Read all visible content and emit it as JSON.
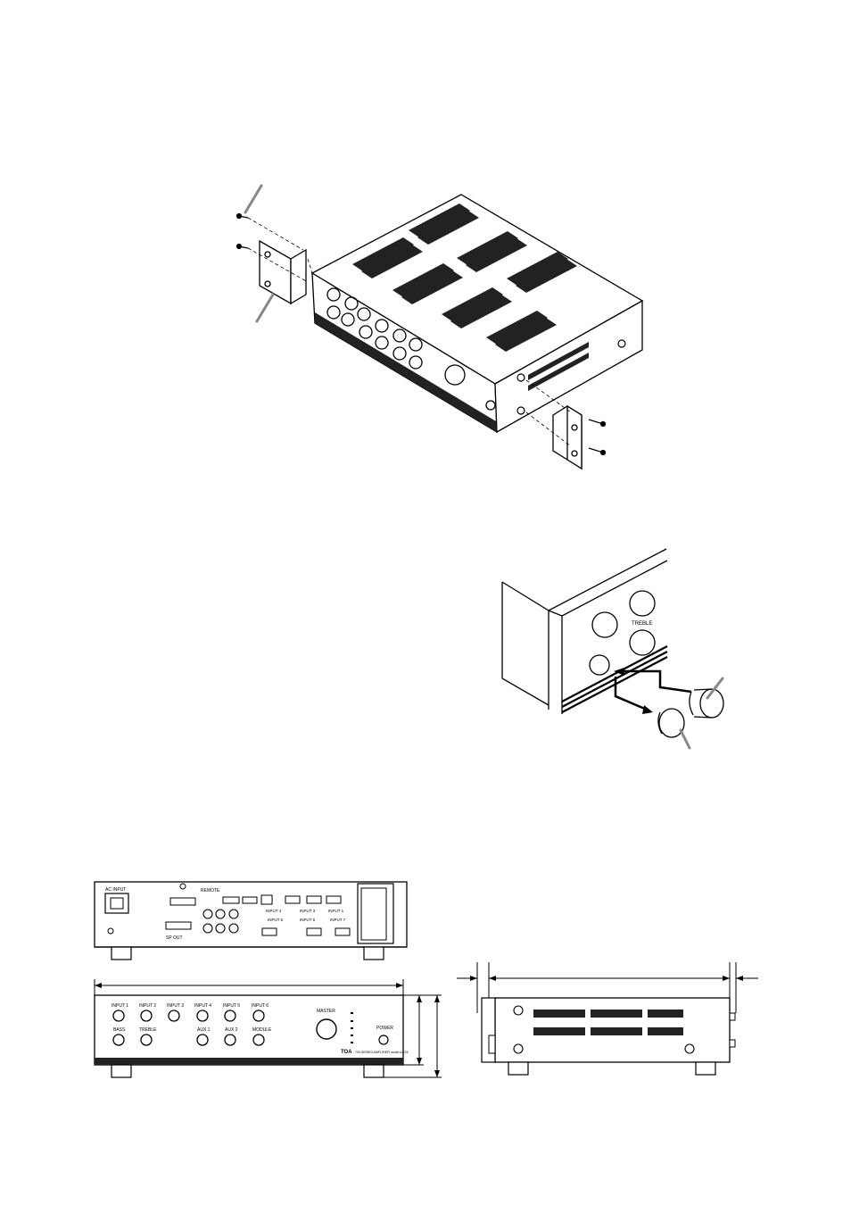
{
  "rear_panel": {
    "power_label": "AC INPUT",
    "remote_label": "REMOTE",
    "sp_out_label": "SP OUT",
    "input_labels": [
      "INPUT 1",
      "INPUT 2",
      "INPUT 3",
      "INPUT 4"
    ],
    "input_labels_lower": [
      "INPUT 5",
      "INPUT 6",
      "INPUT 7"
    ]
  },
  "front_panel": {
    "knob_labels_top": [
      "INPUT 1",
      "INPUT 2",
      "INPUT 3",
      "INPUT 4",
      "INPUT 5",
      "INPUT 6"
    ],
    "knob_labels_bottom": [
      "BASS",
      "TREBLE",
      "",
      "AUX 1",
      "AUX 2",
      "MODULE"
    ],
    "master_label": "MASTER",
    "power_label": "POWER",
    "brand": "TOA",
    "series": "700 SERIES AMPLIFIER model A-724"
  },
  "knob_closeup": {
    "treble_label": "TREBLE"
  }
}
